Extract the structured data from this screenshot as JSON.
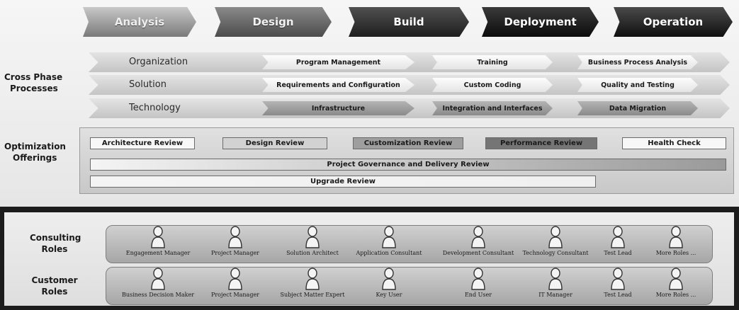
{
  "phases": [
    "Analysis",
    "Design",
    "Build",
    "Deployment",
    "Operation"
  ],
  "cross_phase": {
    "label_line1": "Cross Phase",
    "label_line2": "Processes",
    "rows": [
      {
        "name": "Organization",
        "items": [
          "Program Management",
          "Training",
          "Business Process Analysis"
        ]
      },
      {
        "name": "Solution",
        "items": [
          "Requirements and Configuration",
          "Custom Coding",
          "Quality and Testing"
        ]
      },
      {
        "name": "Technology",
        "items": [
          "Infrastructure",
          "Integration and Interfaces",
          "Data Migration"
        ]
      }
    ]
  },
  "optimization": {
    "label_line1": "Optimization",
    "label_line2": "Offerings",
    "reviews": [
      "Architecture Review",
      "Design Review",
      "Customization Review",
      "Performance Review",
      "Health Check"
    ],
    "governance": "Project Governance and Delivery Review",
    "upgrade": "Upgrade Review"
  },
  "consulting_roles": {
    "label_line1": "Consulting",
    "label_line2": "Roles",
    "roles": [
      "Engagement Manager",
      "Project Manager",
      "Solution Architect",
      "Application Consultant",
      "Development Consultant",
      "Technology Consultant",
      "Test Lead",
      "More Roles ..."
    ]
  },
  "customer_roles": {
    "label_line1": "Customer",
    "label_line2": "Roles",
    "roles": [
      "Business Decision Maker",
      "Project Manager",
      "Subject Matter Expert",
      "Key User",
      "End User",
      "IT Manager",
      "Test Lead",
      "More Roles ..."
    ]
  }
}
